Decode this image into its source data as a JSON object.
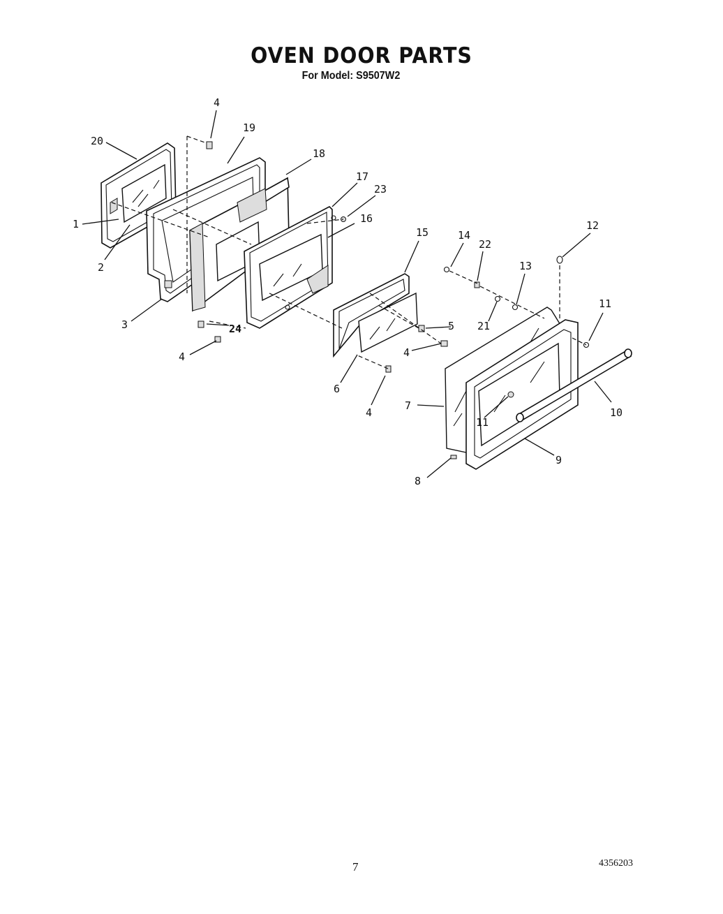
{
  "header": {
    "title": "OVEN DOOR PARTS",
    "subtitle": "For Model: S9507W2"
  },
  "diagram": {
    "callouts": [
      "1",
      "2",
      "3",
      "4",
      "4",
      "4",
      "4",
      "4",
      "5",
      "6",
      "7",
      "8",
      "9",
      "10",
      "11",
      "11",
      "12",
      "13",
      "14",
      "15",
      "16",
      "17",
      "18",
      "19",
      "20",
      "21",
      "22",
      "23",
      "24"
    ]
  },
  "footer": {
    "page_number": "7",
    "document_number": "4356203"
  }
}
